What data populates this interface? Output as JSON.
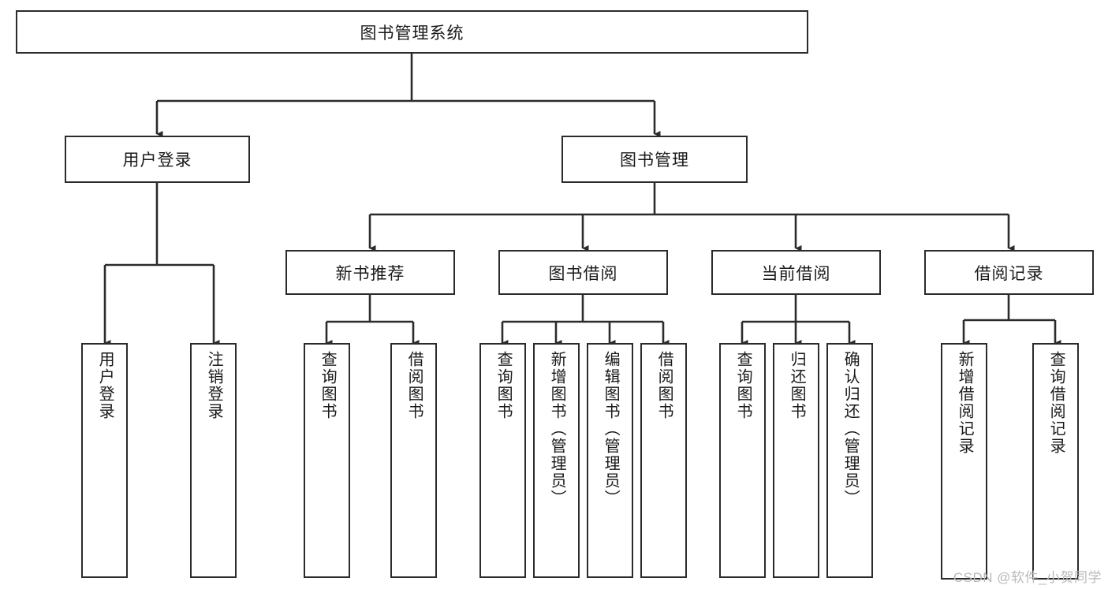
{
  "diagram": {
    "title": "图书管理系统",
    "type": "tree-hierarchy",
    "watermark": "CSDN @软件_小贺同学",
    "stroke_color": "#2b2b2b",
    "fill_color": "#ffffff",
    "text_color": "#1a1a1a",
    "nodes": {
      "root": {
        "label": "图书管理系统",
        "orientation": "horizontal"
      },
      "level2": [
        {
          "id": "user-login",
          "label": "用户登录",
          "orientation": "horizontal"
        },
        {
          "id": "book-management",
          "label": "图书管理",
          "orientation": "horizontal"
        }
      ],
      "level3": [
        {
          "id": "new-book-recommend",
          "label": "新书推荐",
          "orientation": "horizontal"
        },
        {
          "id": "book-borrow",
          "label": "图书借阅",
          "orientation": "horizontal"
        },
        {
          "id": "current-borrow",
          "label": "当前借阅",
          "orientation": "horizontal"
        },
        {
          "id": "borrow-record",
          "label": "借阅记录",
          "orientation": "horizontal"
        }
      ],
      "leaves": {
        "user-login": [
          {
            "id": "leaf-user-login",
            "label": "用户登录",
            "orientation": "vertical"
          },
          {
            "id": "leaf-logout-login",
            "label": "注销登录",
            "orientation": "vertical"
          }
        ],
        "new-book-recommend": [
          {
            "id": "leaf-query-book-1",
            "label": "查询图书",
            "orientation": "vertical"
          },
          {
            "id": "leaf-borrow-book-1",
            "label": "借阅图书",
            "orientation": "vertical"
          }
        ],
        "book-borrow": [
          {
            "id": "leaf-query-book-2",
            "label": "查询图书",
            "orientation": "vertical"
          },
          {
            "id": "leaf-add-book",
            "label": "新增图书（管理员）",
            "orientation": "vertical"
          },
          {
            "id": "leaf-edit-book",
            "label": "编辑图书（管理员）",
            "orientation": "vertical"
          },
          {
            "id": "leaf-borrow-book-2",
            "label": "借阅图书",
            "orientation": "vertical"
          }
        ],
        "current-borrow": [
          {
            "id": "leaf-query-book-3",
            "label": "查询图书",
            "orientation": "vertical"
          },
          {
            "id": "leaf-return-book",
            "label": "归还图书",
            "orientation": "vertical"
          },
          {
            "id": "leaf-confirm-return",
            "label": "确认归还（管理员）",
            "orientation": "vertical"
          }
        ],
        "borrow-record": [
          {
            "id": "leaf-add-record",
            "label": "新增借阅记录",
            "orientation": "vertical"
          },
          {
            "id": "leaf-query-record",
            "label": "查询借阅记录",
            "orientation": "vertical"
          }
        ]
      }
    }
  }
}
